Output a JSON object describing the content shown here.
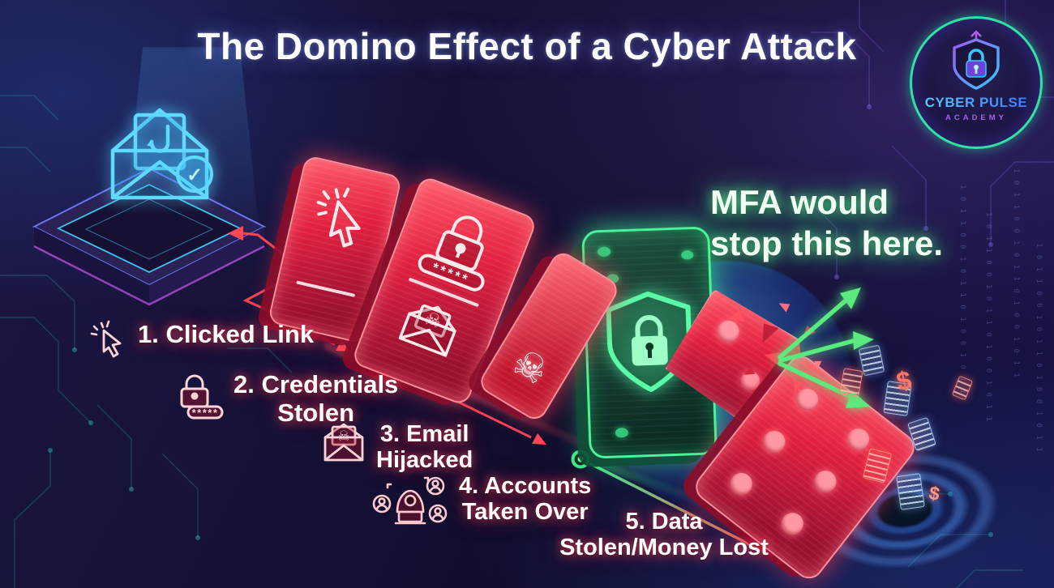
{
  "title": "The Domino Effect of a Cyber Attack",
  "logo": {
    "name": "CYBER PULSE",
    "subtitle": "ACADEMY"
  },
  "callout": {
    "line1": "MFA would",
    "line2": "stop this here."
  },
  "steps": [
    {
      "line1": "1. Clicked Link",
      "line2": "",
      "icon": "cursor-click-icon"
    },
    {
      "line1": "2. Credentials",
      "line2": "Stolen",
      "icon": "credentials-lock-icon"
    },
    {
      "line1": "3. Email",
      "line2": "Hijacked",
      "icon": "email-skull-icon"
    },
    {
      "line1": "4. Accounts",
      "line2": "Taken Over",
      "icon": "account-takeover-icon"
    },
    {
      "line1": "5. Data",
      "line2": "Stolen/Money Lost",
      "icon": ""
    }
  ],
  "glyphs": {
    "skull": "☠",
    "check": "✓",
    "password_mask": "*****",
    "dollar": "$",
    "binary_column": "1 0 1 1 0 0 1 0 1 1 0 1 0 0 1 0 1 1"
  },
  "colors": {
    "background": "#151136",
    "attack_red": "#ff4757",
    "defense_green": "#3dff96",
    "hologram_cyan": "#57d8ff",
    "sphere_blue": "#2f8fff",
    "logo_teal": "#31e2a7",
    "logo_purple": "#a95fe8"
  }
}
